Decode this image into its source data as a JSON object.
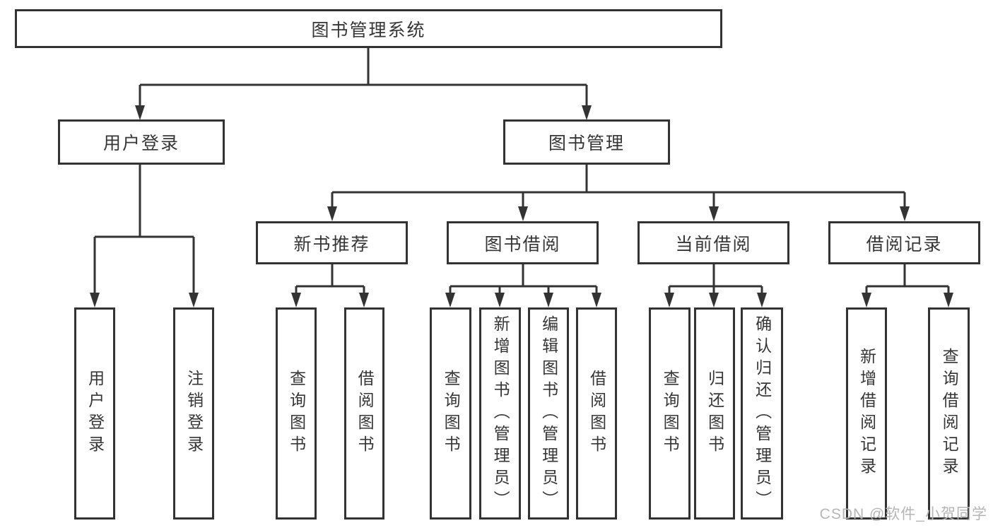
{
  "tree": {
    "root": {
      "label": "图书管理系统"
    },
    "branches": [
      {
        "label": "用户登录",
        "children": [
          {
            "label": "用户登录"
          },
          {
            "label": "注销登录"
          }
        ]
      },
      {
        "label": "图书管理",
        "children": [
          {
            "label": "新书推荐",
            "children": [
              {
                "label": "查询图书"
              },
              {
                "label": "借阅图书"
              }
            ]
          },
          {
            "label": "图书借阅",
            "children": [
              {
                "label": "查询图书"
              },
              {
                "label": "新增图书（管理员）"
              },
              {
                "label": "编辑图书（管理员）"
              },
              {
                "label": "借阅图书"
              }
            ]
          },
          {
            "label": "当前借阅",
            "children": [
              {
                "label": "查询图书"
              },
              {
                "label": "归还图书"
              },
              {
                "label": "确认归还（管理员）"
              }
            ]
          },
          {
            "label": "借阅记录",
            "children": [
              {
                "label": "新增借阅记录"
              },
              {
                "label": "查询借阅记录"
              }
            ]
          }
        ]
      }
    ]
  },
  "watermark": {
    "text": "CSDN @软件_小贺同学"
  },
  "colors": {
    "line": "#333333",
    "text": "#363636",
    "watermark": "#b5b5b5",
    "background": "#ffffff"
  }
}
